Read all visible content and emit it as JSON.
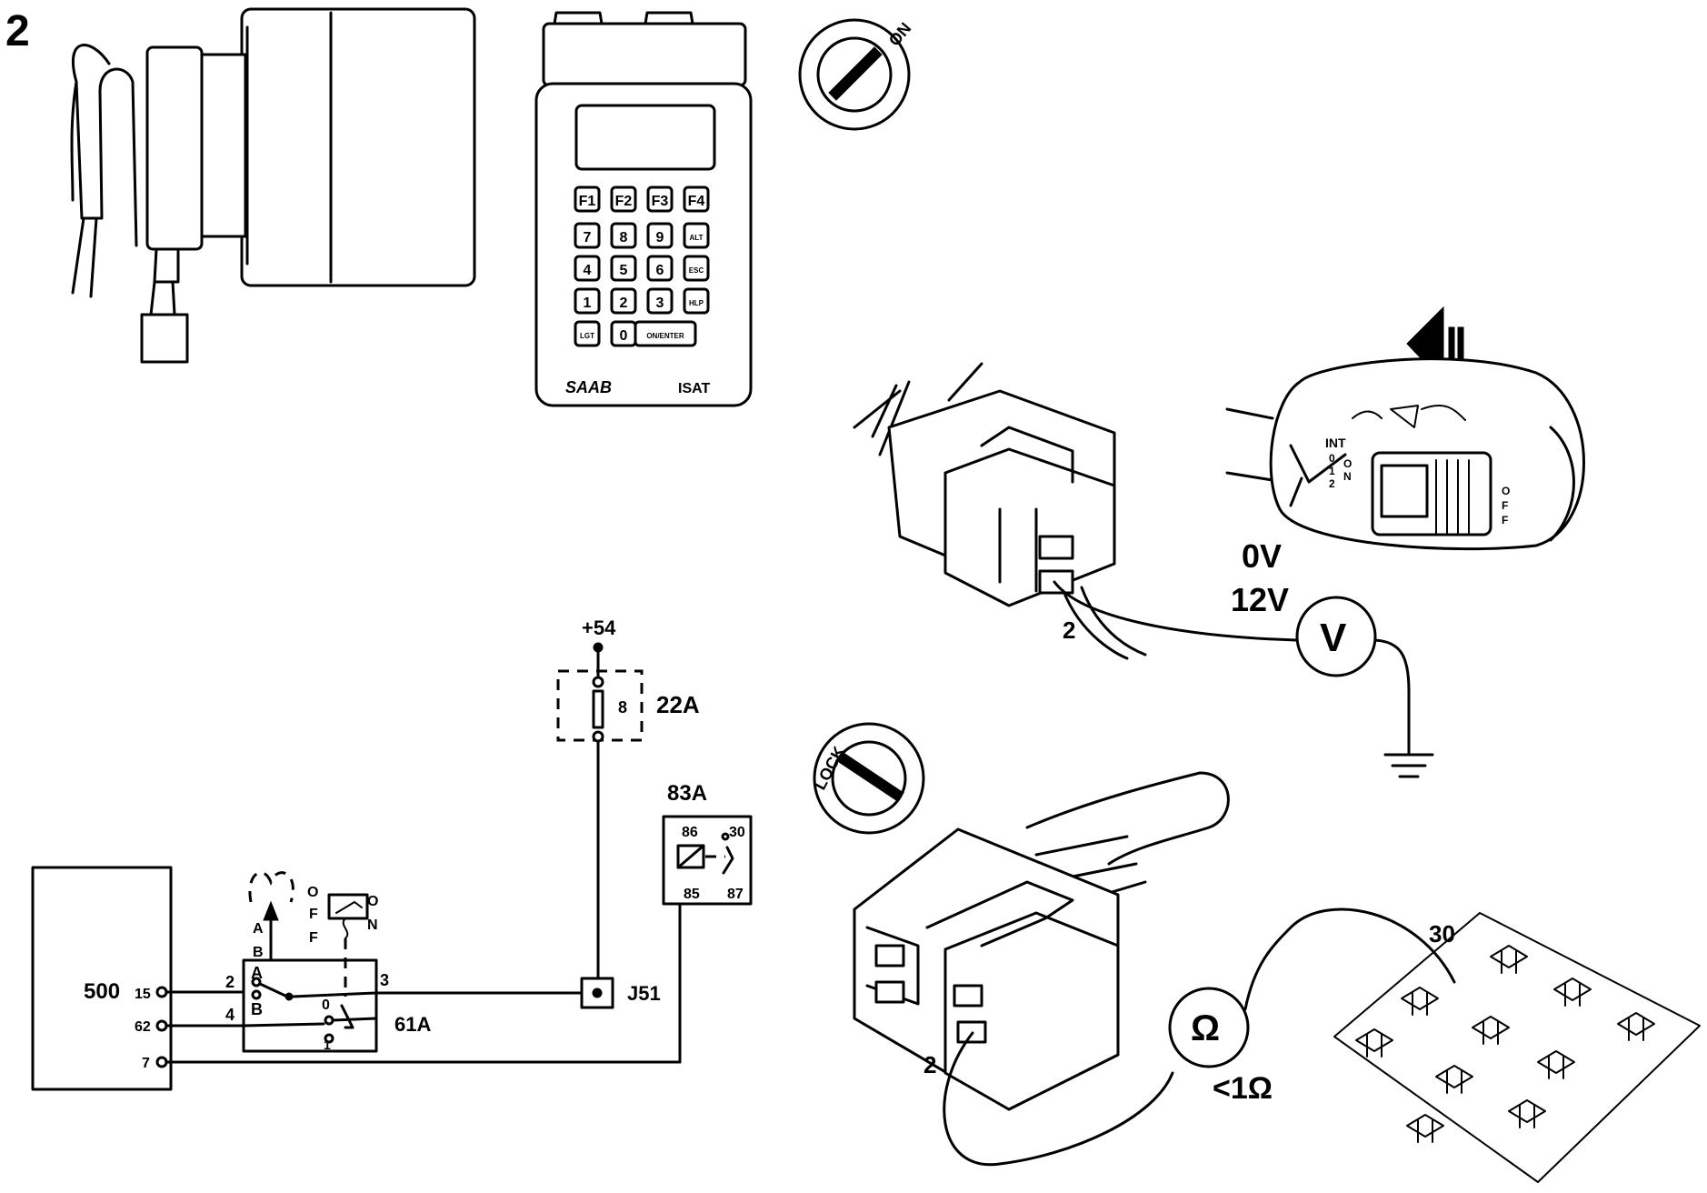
{
  "figure_number": "2",
  "isat_tester": {
    "keys": [
      "F1",
      "F2",
      "F3",
      "F4",
      "7",
      "8",
      "9",
      "ALT",
      "4",
      "5",
      "6",
      "ESC",
      "1",
      "2",
      "3",
      "HLP",
      "LGT",
      "0",
      "ON/ENTER"
    ],
    "brand": "SAAB",
    "model": "ISAT"
  },
  "ignition_on": {
    "label": "ON"
  },
  "ignition_lock": {
    "label": "LOCK"
  },
  "wiper_stalk": {
    "labels": [
      "INT",
      "0",
      "1",
      "2",
      "O",
      "N",
      "O",
      "F",
      "F"
    ]
  },
  "voltage_test": {
    "value_low": "0V",
    "value_high": "12V",
    "meter_symbol": "V",
    "pin_label": "2"
  },
  "resistance_test": {
    "meter_symbol": "Ω",
    "threshold": "<1Ω",
    "pin_label": "2",
    "terminal_label": "30"
  },
  "schematic": {
    "supply": "+54",
    "fuse_id": "22A",
    "fuse_number": "8",
    "relay_id": "83A",
    "relay_pins": [
      "86",
      "30",
      "85",
      "87"
    ],
    "control_module": "500",
    "module_pins": [
      "15",
      "62",
      "7"
    ],
    "switch_id": "61A",
    "switch_pins": [
      "2",
      "4",
      "3",
      "1",
      "0"
    ],
    "switch_pos": [
      "A",
      "B"
    ],
    "upper_labels": [
      "A",
      "B"
    ],
    "small_switch_labels": [
      "O",
      "F",
      "F",
      "O",
      "N"
    ],
    "connector_id": "J51"
  }
}
